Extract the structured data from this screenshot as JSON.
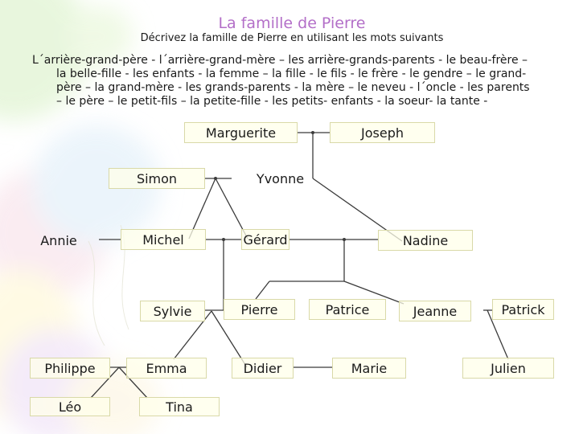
{
  "title": "La famille de Pierre",
  "subtitle": "Décrivez la famille de Pierre en utilisant les mots suivants",
  "vocabulary_lines": [
    "L´arrière-grand-père - l´arrière-grand-mère – les arrière-grands-parents - le beau-frère –",
    "la belle-fille - les enfants - la femme – la fille -  le fils - le frère -  le gendre – le grand-",
    "père – la grand-mère - les grands-parents - la mère – le neveu - l´oncle - les parents",
    "– le père – le petit-fils – la petite-fille -  les petits- enfants - la soeur- la tante -"
  ],
  "people": {
    "marguerite": "Marguerite",
    "joseph": "Joseph",
    "simon": "Simon",
    "yvonne": "Yvonne",
    "annie": "Annie",
    "michel": "Michel",
    "gerard": "Gérard",
    "nadine": "Nadine",
    "sylvie": "Sylvie",
    "pierre": "Pierre",
    "patrice": "Patrice",
    "jeanne": "Jeanne",
    "patrick": "Patrick",
    "philippe": "Philippe",
    "emma": "Emma",
    "didier": "Didier",
    "marie": "Marie",
    "julien": "Julien",
    "leo": "Léo",
    "tina": "Tina"
  },
  "colors": {
    "title": "#b36fc8",
    "box_fill": "#ffffea",
    "box_border": "#d9d9a8",
    "lines": "#3b3b3b"
  }
}
